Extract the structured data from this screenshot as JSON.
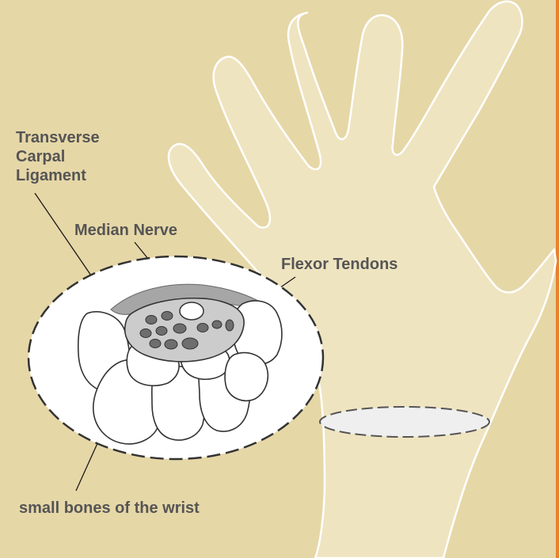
{
  "labels": {
    "ligament_line1": "Transverse",
    "ligament_line2": "Carpal",
    "ligament_line3": "Ligament",
    "median_nerve": "Median Nerve",
    "flexor_tendons": "Flexor Tendons",
    "small_bones": "small bones of the wrist"
  },
  "colors": {
    "background": "#e6d7a7",
    "hand_fill": "#efe4c0",
    "border_accent": "#e8822e",
    "ligament": "#a6a6a6",
    "tunnel": "#cccccc",
    "tendon": "#6e6e6e",
    "label_text": "#555555"
  }
}
